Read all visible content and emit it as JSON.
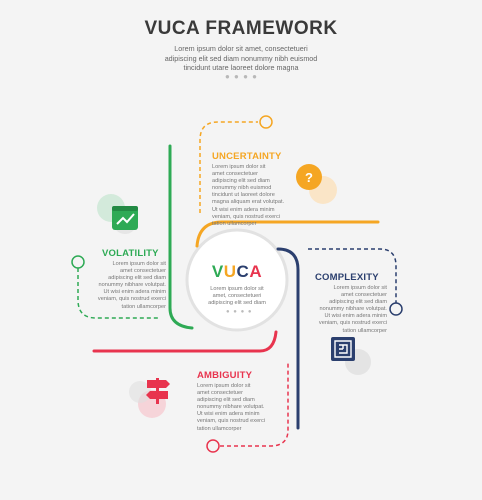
{
  "title": "VUCA FRAMEWORK",
  "subtitle": [
    "Lorem ipsum dolor sit amet, consectetueri",
    "adipiscing elit sed diam nonummy nibh euismod",
    "tincidunt utare laoreet dolore magna"
  ],
  "center": {
    "letters": [
      "V",
      "U",
      "C",
      "A"
    ],
    "body": [
      "Lorem ipsum dolor sit",
      "amet, consectetueri",
      "adipiscing elit sed diam"
    ]
  },
  "sections": {
    "uncertainty": {
      "title": "UNCERTAINTY",
      "color": "#f5a623",
      "icon": "question-icon",
      "body": [
        "Lorem ipsum dolor sit",
        "amet consectetuer",
        "adipiscing elit sed diam",
        "nonummy nibh euismod",
        "tincidunt ut laoreet dolore",
        "magna aliquam erat volutpat.",
        "Ut wisi enim adera minim",
        "veniam, quis nostrud exerci",
        "tation ullamcorper"
      ]
    },
    "volatility": {
      "title": "VOLATILITY",
      "color": "#2eaa55",
      "icon": "chart-trend-icon",
      "body": [
        "Lorem ipsum dolor sit",
        "amet consectetuer",
        "adipiscing elit sed diam",
        "nonummy nibhare volutpat.",
        "Ut wisi enim adera minim",
        "veniam, quis nostrud exerci",
        "tation ullamcorper"
      ]
    },
    "complexity": {
      "title": "COMPLEXITY",
      "color": "#2b3f6e",
      "icon": "maze-icon",
      "body": [
        "Lorem ipsum dolor sit",
        "amet consectetuer",
        "adipiscing elit sed diam",
        "nonummy nibhare volutpat.",
        "Ut wisi enim adera minim",
        "veniam, quis nostrud exerci",
        "tation ullamcorper"
      ]
    },
    "ambiguity": {
      "title": "AMBIGUITY",
      "color": "#e8344e",
      "icon": "signpost-icon",
      "body": [
        "Lorem ipsum dolor sit",
        "amet consectetuer",
        "adipiscing elit sed diam",
        "nonummy nibhare volutpat.",
        "Ut wisi enim adera minim",
        "veniam, quis nostrud exerci",
        "tation ullamcorper"
      ]
    }
  }
}
